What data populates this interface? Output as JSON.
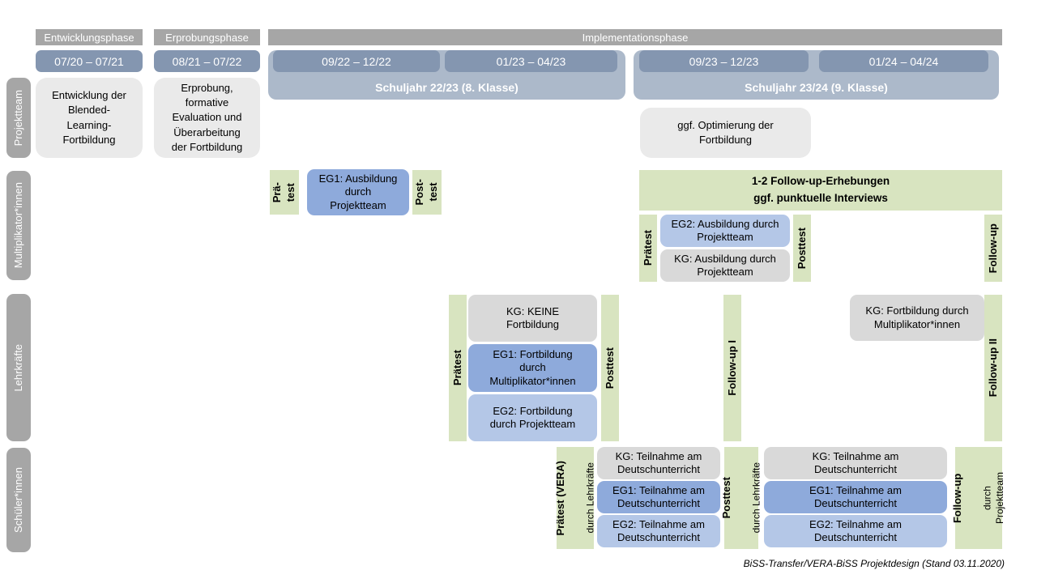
{
  "colors": {
    "phase_gray": "#A6A6A6",
    "period_blue": "#8496B0",
    "school_year_blue": "#ACB9CA",
    "box_light_gray": "#EAEAEA",
    "kg_gray": "#D9D9D9",
    "eg1_blue": "#8EAADB",
    "eg2_blue": "#B4C7E7",
    "test_green": "#D8E4C0"
  },
  "header": {
    "phases": [
      {
        "label": "Entwicklungsphase"
      },
      {
        "label": "Erprobungsphase"
      },
      {
        "label": "Implementationsphase"
      }
    ],
    "periods": [
      {
        "label": "07/20 – 07/21"
      },
      {
        "label": "08/21 – 07/22"
      },
      {
        "label": "09/22 – 12/22"
      },
      {
        "label": "01/23 – 04/23"
      },
      {
        "label": "09/23 – 12/23"
      },
      {
        "label": "01/24 – 04/24"
      }
    ],
    "school_years": [
      {
        "label": "Schuljahr 22/23 (8. Klasse)"
      },
      {
        "label": "Schuljahr 23/24 (9. Klasse)"
      }
    ]
  },
  "rows": [
    {
      "label": "Projektteam"
    },
    {
      "label": "Multiplikator*innen"
    },
    {
      "label": "Lehrkräfte"
    },
    {
      "label": "Schüler*innen"
    }
  ],
  "projektteam": {
    "entwicklung": "Entwicklung der\nBlended-\nLearning-\nFortbildung",
    "erprobung": "Erprobung,\nformative\nEvaluation und\nÜberarbeitung\nder Fortbildung",
    "optimierung": "ggf. Optimierung der\nFortbildung"
  },
  "multiplikatoren": {
    "praetest_small": "Prä-\ntest",
    "eg1": "EG1: Ausbildung\ndurch\nProjektteam",
    "posttest_small": "Post-\ntest",
    "followup_erhebungen": "1-2 Follow-up-Erhebungen\nggf. punktuelle Interviews",
    "praetest": "Prätest",
    "eg2": "EG2: Ausbildung durch\nProjektteam",
    "kg": "KG: Ausbildung durch\nProjektteam",
    "posttest": "Posttest",
    "followup": "Follow-up"
  },
  "lehrkraefte": {
    "praetest": "Prätest",
    "kg": "KG: KEINE\nFortbildung",
    "eg1": "EG1: Fortbildung\ndurch\nMultiplikator*innen",
    "eg2": "EG2: Fortbildung\ndurch Projektteam",
    "posttest": "Posttest",
    "followup1": "Follow-up I",
    "kg2": "KG: Fortbildung durch\nMultiplikator*innen",
    "followup2": "Follow-up II"
  },
  "schueler": {
    "praetest_main": "Prätest (VERA)",
    "praetest_sub": "durch  Lehrkräfte",
    "kg1": "KG: Teilnahme am\nDeutschunterricht",
    "eg1a": "EG1: Teilnahme am\nDeutschunterricht",
    "eg2a": "EG2: Teilnahme am\nDeutschunterricht",
    "posttest_main": "Posttest",
    "posttest_sub": "durch  Lehrkräfte",
    "kg2": "KG: Teilnahme am\nDeutschunterricht",
    "eg1b": "EG1: Teilnahme am\nDeutschunterricht",
    "eg2b": "EG2: Teilnahme am\nDeutschunterricht",
    "followup_main": "Follow-up",
    "followup_sub": "durch\nProjektteam"
  },
  "caption": "BiSS-Transfer/VERA-BiSS Projektdesign (Stand 03.11.2020)"
}
